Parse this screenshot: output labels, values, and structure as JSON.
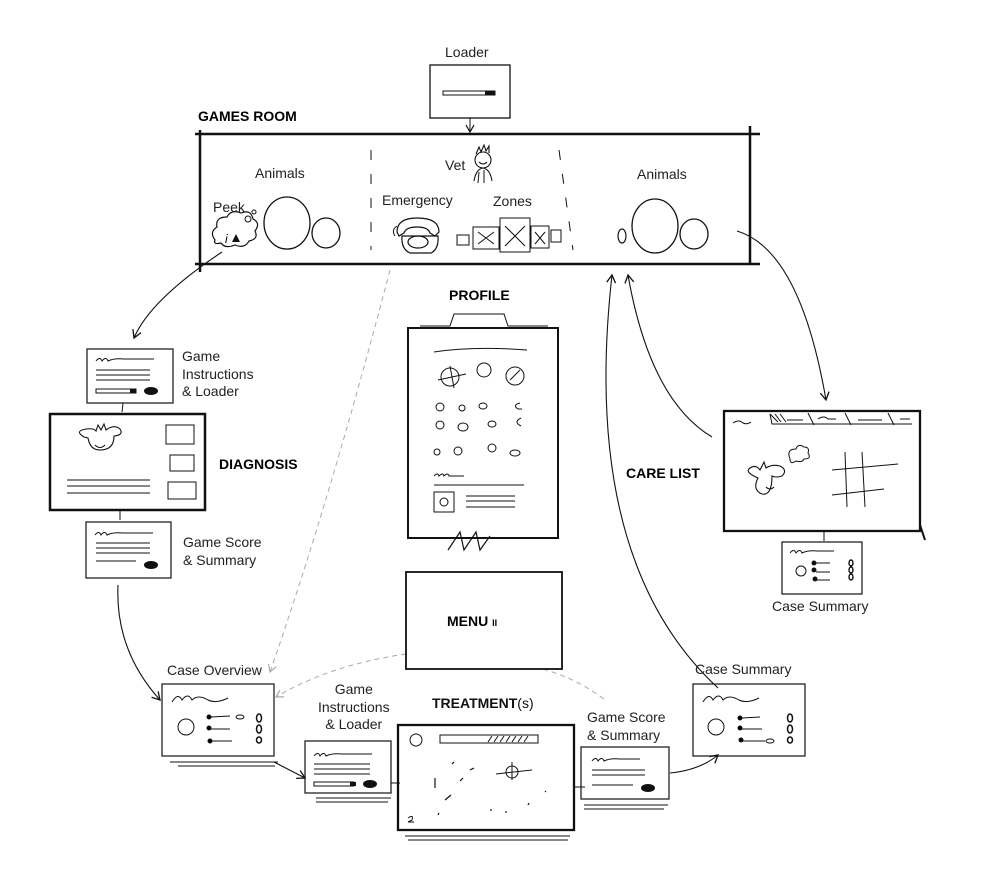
{
  "diagram": {
    "loader": {
      "label": "Loader"
    },
    "games_room": {
      "title": "GAMES ROOM",
      "left_animals": "Animals",
      "peek": "Peek",
      "vet": "Vet",
      "emergency": "Emergency",
      "zones": "Zones",
      "right_animals": "Animals"
    },
    "profile": {
      "title": "PROFILE"
    },
    "diagnosis": {
      "title": "DIAGNOSIS",
      "instructions": [
        "Game",
        "Instructions",
        "& Loader"
      ],
      "score": [
        "Game Score",
        "& Summary"
      ]
    },
    "care_list": {
      "title": "CARE LIST",
      "case_summary": "Case Summary"
    },
    "menu": {
      "title": "MENU",
      "pause_glyph": "II"
    },
    "case_overview": {
      "label": "Case Overview"
    },
    "treatment": {
      "title_bold": "TREATMENT",
      "title_suffix": "(s)",
      "instructions": [
        "Game",
        "Instructions",
        "& Loader"
      ],
      "score": [
        "Game Score",
        "& Summary"
      ]
    },
    "final_case_summary": {
      "label": "Case Summary"
    }
  },
  "colors": {
    "ink": "#111111",
    "dashed": "#aaaaaa"
  }
}
